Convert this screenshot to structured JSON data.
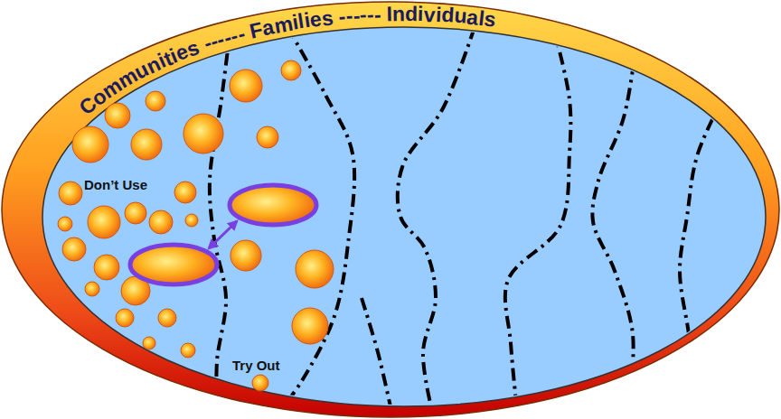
{
  "diagram": {
    "nodes": [
      {
        "text": [
          "Communities ------ Families ------ Individuals"
        ]
      }
    ],
    "labels": [
      "Don’t Use",
      "Try Out"
    ]
  }
}
